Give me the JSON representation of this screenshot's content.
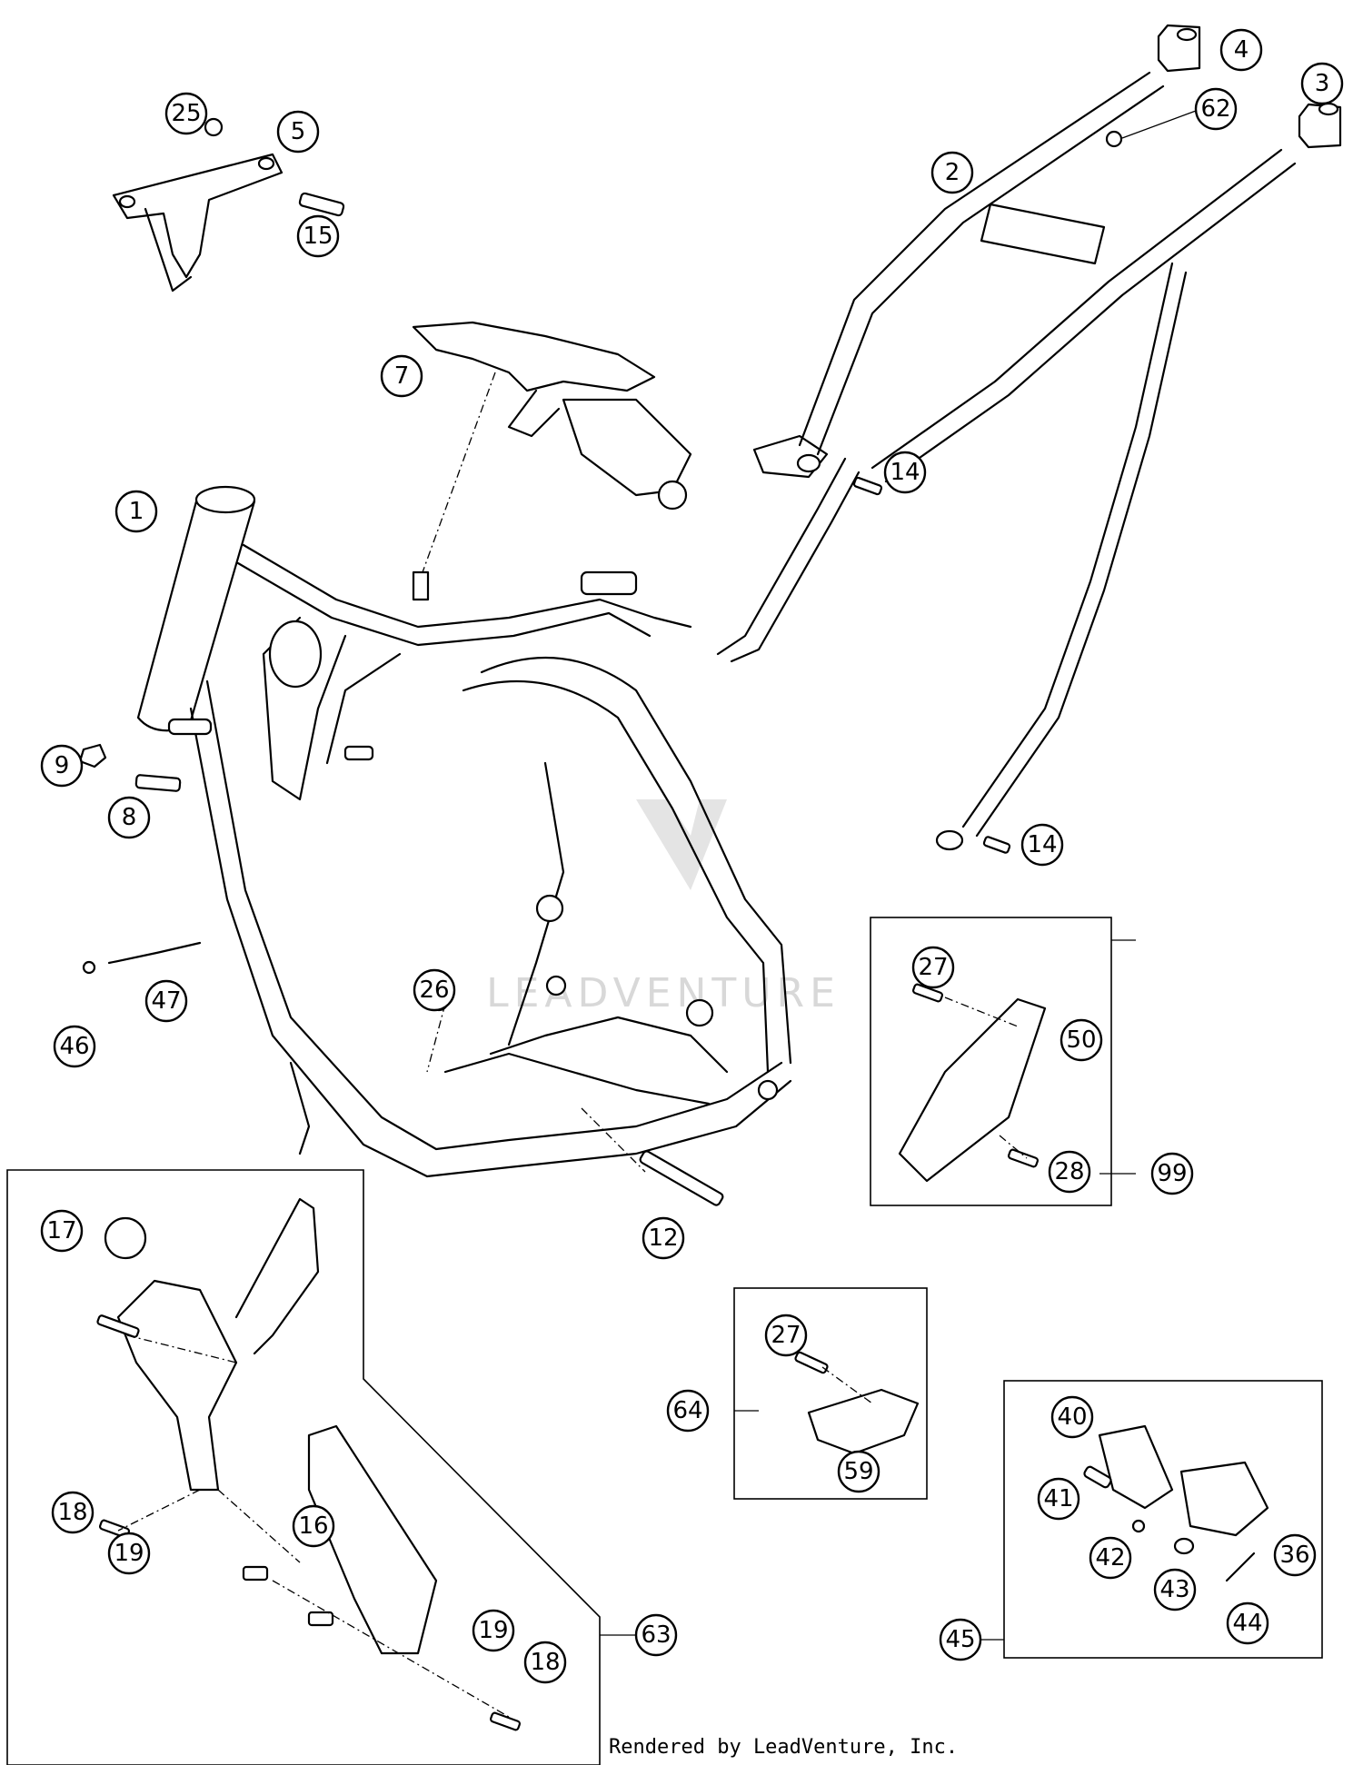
{
  "diagram": {
    "callouts": {
      "c1": "1",
      "c2": "2",
      "c3": "3",
      "c4": "4",
      "c5": "5",
      "c7": "7",
      "c8": "8",
      "c9": "9",
      "c12": "12",
      "c14a": "14",
      "c14b": "14",
      "c15": "15",
      "c16": "16",
      "c17": "17",
      "c18a": "18",
      "c18b": "18",
      "c19a": "19",
      "c19b": "19",
      "c25": "25",
      "c26": "26",
      "c27a": "27",
      "c27b": "27",
      "c28": "28",
      "c36": "36",
      "c40": "40",
      "c41": "41",
      "c42": "42",
      "c43": "43",
      "c44": "44",
      "c45": "45",
      "c46": "46",
      "c47": "47",
      "c50": "50",
      "c59": "59",
      "c62": "62",
      "c63": "63",
      "c64": "64",
      "c99": "99"
    },
    "watermark": "LEADVENTURE",
    "footer": "Rendered by LeadVenture, Inc."
  }
}
